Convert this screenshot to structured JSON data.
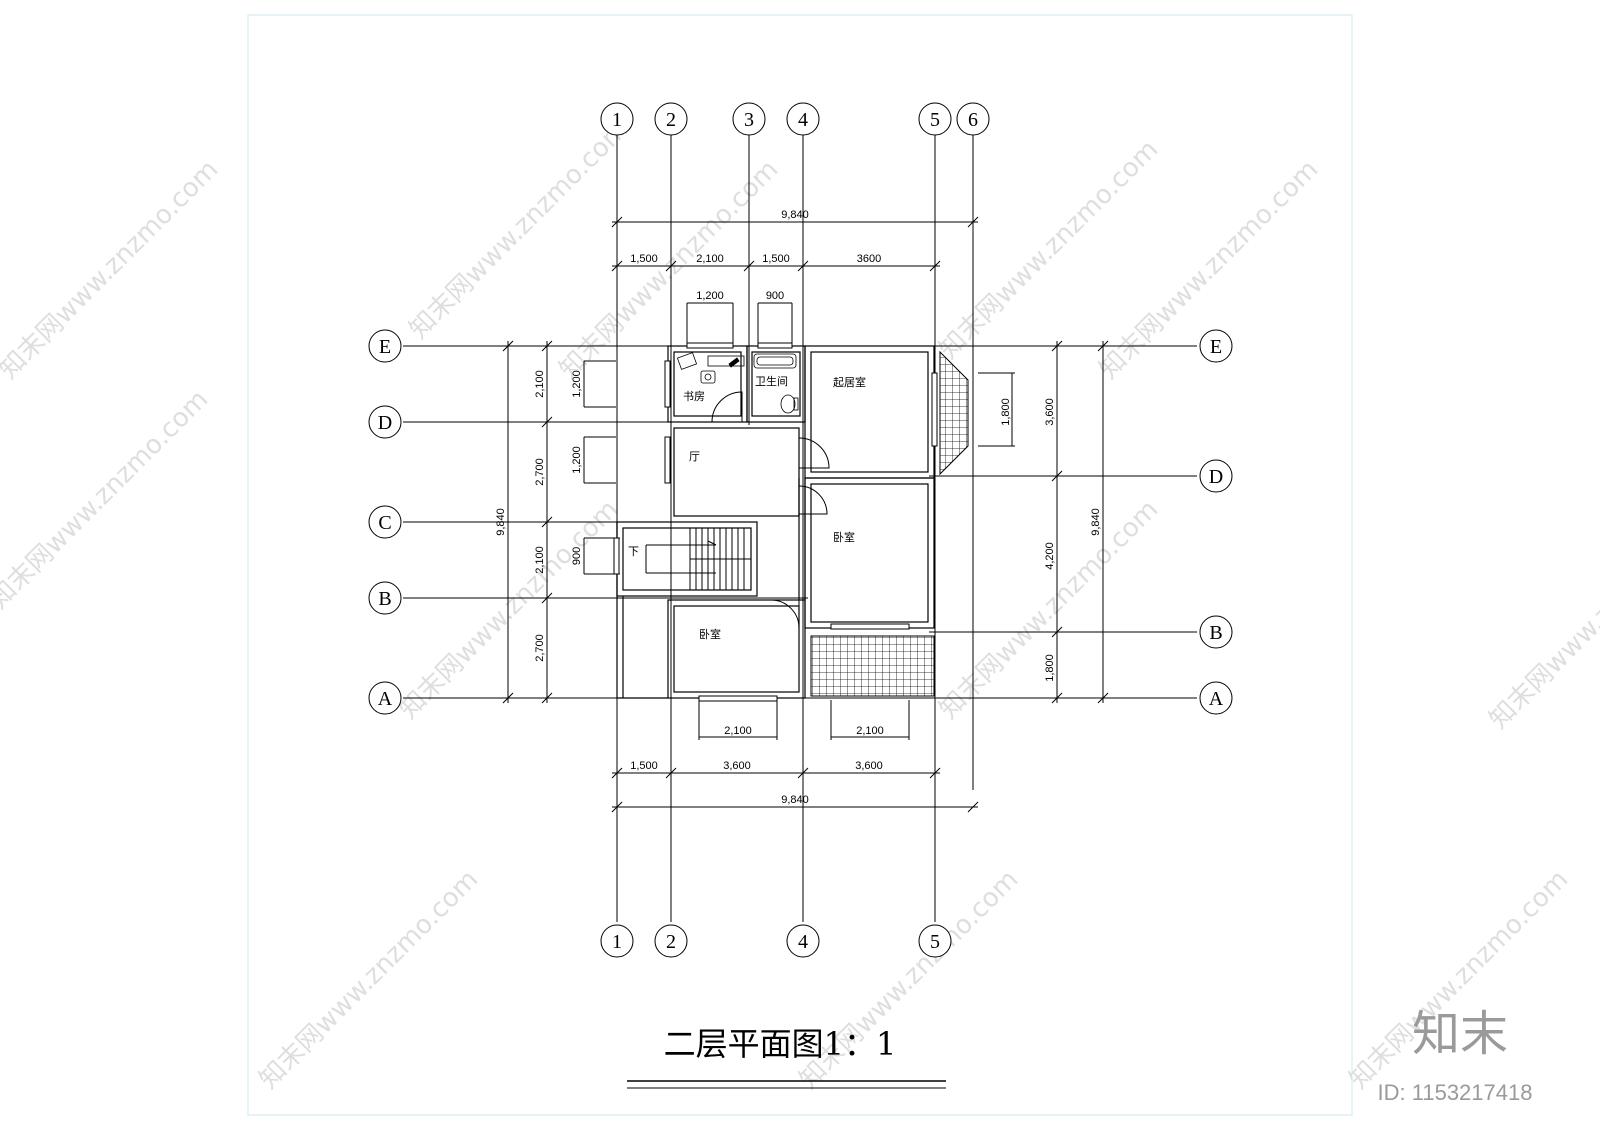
{
  "drawing": {
    "title": "二层平面图1：1",
    "grid_top": [
      "1",
      "2",
      "3",
      "4",
      "5",
      "6"
    ],
    "grid_bottom": [
      "1",
      "2",
      "4",
      "5"
    ],
    "grid_left": [
      "E",
      "D",
      "C",
      "B",
      "A"
    ],
    "grid_right": [
      "E",
      "D",
      "B",
      "A"
    ],
    "dims_top": {
      "overall": "9,840",
      "segments": [
        "1,500",
        "2,100",
        "1,500",
        "3600"
      ],
      "window_1": "1,200",
      "window_2": "900"
    },
    "dims_bottom": {
      "window_1": "2,100",
      "window_2": "2,100",
      "segments": [
        "1,500",
        "3,600",
        "3,600"
      ],
      "overall": "9,840"
    },
    "dims_left": {
      "overall": "9,840",
      "segments": [
        "2,100",
        "2,700",
        "2,100",
        "2,700"
      ],
      "window_1": "1,200",
      "window_2": "1,200",
      "window_3": "900"
    },
    "dims_right": {
      "window": "1,800",
      "segments": [
        "3,600",
        "4,200",
        "1,800"
      ],
      "overall": "9,840"
    },
    "rooms": {
      "study": "书房",
      "bathroom": "卫生间",
      "living_room": "起居室",
      "hall": "厅",
      "bedroom_1": "卧室",
      "bedroom_2": "卧室",
      "stair_down": "下"
    }
  },
  "brand": {
    "logo_text": "知末",
    "id_text": "ID: 1153217418",
    "watermark_text": "知末网www.znzmo.com"
  }
}
